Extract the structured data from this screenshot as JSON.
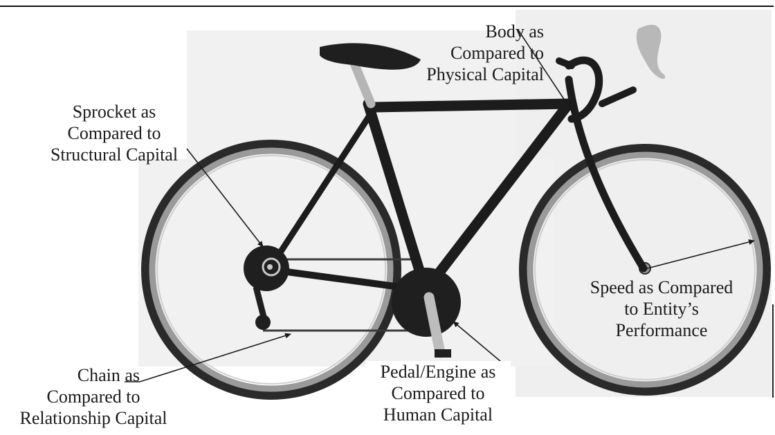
{
  "diagram": {
    "labels": {
      "body": [
        "Body as",
        "Compared to",
        "Physical Capital"
      ],
      "sprocket": [
        "Sprocket as",
        "Compared to",
        "Structural Capital"
      ],
      "speed": [
        "Speed as Compared",
        "to Entity’s",
        "Performance"
      ],
      "chain": [
        "Chain as",
        "Compared to",
        "Relationship Capital"
      ],
      "pedal": [
        "Pedal/Engine as",
        "Compared to",
        "Human Capital"
      ]
    },
    "colors": {
      "frame": "#1c1c1c",
      "tire": "#2a2a2a",
      "rim": "#9a9a9a",
      "paper": "#f1f1f1",
      "text": "#1a1a1a"
    }
  }
}
